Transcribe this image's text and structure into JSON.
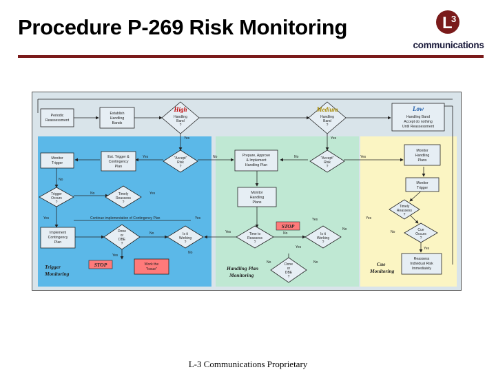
{
  "header": {
    "title": "Procedure P-269 Risk Monitoring"
  },
  "logo": {
    "mark": "L3",
    "text": "communications"
  },
  "footer": {
    "text": "L-3 Communications Proprietary"
  },
  "diagram": {
    "headings": {
      "high": "High",
      "medium": "Medium",
      "low": "Low"
    },
    "boxes": {
      "periodic_reassessment": [
        "Periodic",
        "Reassessment"
      ],
      "establish_bands": [
        "Establish",
        "Handling",
        "Bands"
      ],
      "high_band": [
        "Handling",
        "Band",
        "?"
      ],
      "medium_band": [
        "Handling",
        "Band",
        "?"
      ],
      "low_band": [
        "Handling Band",
        "Accept do nothing",
        "Until Reassessment"
      ],
      "monitor_trigger": [
        "Monitor",
        "Trigger"
      ],
      "est_trigger": [
        "Est. Trigger &",
        "Contingency",
        "Plan"
      ],
      "accept_risk_1": [
        "\"Accept\"",
        "Risk",
        "?"
      ],
      "prepare_plan": [
        "Prepare, Approve",
        "& Implement",
        "Handling Plan"
      ],
      "accept_risk_2": [
        "\"Accept\"",
        "Risk",
        "?"
      ],
      "monitor_handling_plans_r": [
        "Monitor",
        "Handling",
        "Plans"
      ],
      "monitor_trigger_r": [
        "Monitor",
        "Trigger"
      ],
      "trigger_occurs": [
        "Trigger",
        "Occurs",
        "?"
      ],
      "timely_reassess_1": [
        "Timely",
        "Reassess",
        "?"
      ],
      "monitor_handling_plans_m": [
        "Monitor",
        "Handling",
        "Plans"
      ],
      "timely_reassess_2": [
        "Timely",
        "Reassess",
        "?"
      ],
      "implement_contingency": [
        "Implement",
        "Contingency",
        "Plan"
      ],
      "done_or_dbe": [
        "Done",
        "or",
        "DBE",
        "?"
      ],
      "is_it_working_1": [
        "Is it",
        "Working",
        "?"
      ],
      "time_to_reassess": [
        "Time to",
        "Reassess",
        "?"
      ],
      "is_it_working_2": [
        "Is it",
        "Working",
        "?"
      ],
      "cue_occurs": [
        "Cue",
        "Occurs",
        "?"
      ],
      "done_or_dbe_2": [
        "Done",
        "or",
        "DBE",
        "?"
      ],
      "work_issue": [
        "Work the",
        "\"Issue\""
      ],
      "reassess_individual": [
        "Reassess",
        "Individual Risk",
        "Immediately"
      ],
      "continue_implementation": "Continue implementation of Contingency Plan"
    },
    "labels": {
      "yes": "Yes",
      "no": "No",
      "stop": "STOP",
      "trigger_monitoring": [
        "Trigger",
        "Monitoring"
      ],
      "handling_plan_monitoring": [
        "Handling Plan",
        "Monitoring"
      ],
      "cue_monitoring": [
        "Cue",
        "Monitoring"
      ]
    },
    "colors": {
      "blue_zone": "#5bb8e8",
      "green_zone": "#bfe8d3",
      "yellow_zone": "#fbf5c3",
      "box": "#e6eef4",
      "stop": "#ff7a7a"
    }
  }
}
